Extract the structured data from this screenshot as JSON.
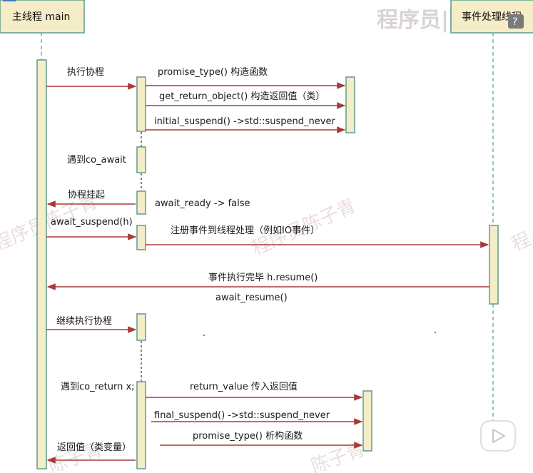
{
  "participants": {
    "main": "主线程 main",
    "event": "事件处理线程"
  },
  "messages": {
    "exec_coroutine": "执行协程",
    "promise_ctor": "promise_type() 构造函数",
    "get_return_object": "get_return_object() 构造返回值（类）",
    "initial_suspend": "initial_suspend() ->std::suspend_never",
    "meet_co_await": "遇到co_await",
    "coroutine_suspend": "协程挂起",
    "await_ready": "await_ready -> false",
    "await_suspend": "await_suspend(h)",
    "register_event": "注册事件到线程处理（例如IO事件）",
    "event_done": "事件执行完毕 h.resume()",
    "await_resume": "await_resume()",
    "continue_exec": "继续执行协程",
    "meet_co_return": "遇到co_return x;",
    "return_value": "return_value 传入返回值",
    "final_suspend": "final_suspend() ->std::suspend_never",
    "promise_dtor": "promise_type() 析构函数",
    "return_value_back": "返回值（类变量）"
  },
  "watermark": {
    "top": "程序员|陈子青",
    "mid_left": "程序员陈子青",
    "mid_center": "程序员陈子青",
    "bottom": "陈子青"
  },
  "icons": {
    "help": "?",
    "play": "play-icon"
  }
}
